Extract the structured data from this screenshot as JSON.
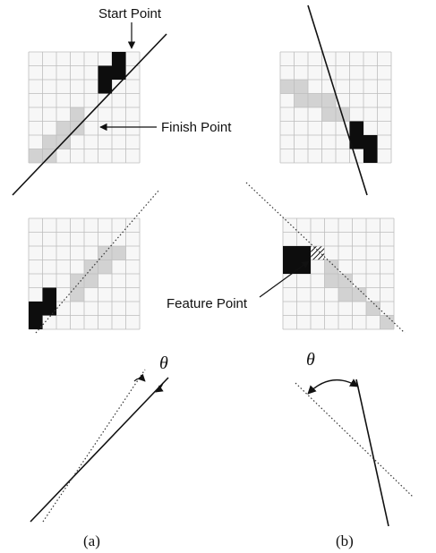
{
  "labels": {
    "start_point": "Start Point",
    "finish_point": "Finish Point",
    "feature_point": "Feature Point",
    "theta": "θ",
    "caption_a": "(a)",
    "caption_b": "(b)"
  },
  "colors": {
    "grid_line": "#bdbdbd",
    "grid_fill": "#f7f7f7",
    "light_cell": "#d2d2d2",
    "dark_cell": "#0d0d0d",
    "line": "#111111",
    "dotted_line": "#444444"
  },
  "grid": {
    "rows": 8,
    "cols": 8
  },
  "panels": {
    "a_top": {
      "light_cells": [
        [
          7,
          0
        ],
        [
          7,
          1
        ],
        [
          6,
          1
        ],
        [
          6,
          2
        ],
        [
          5,
          2
        ],
        [
          5,
          3
        ],
        [
          4,
          3
        ]
      ],
      "dark_cells": [
        [
          2,
          5
        ],
        [
          1,
          5
        ],
        [
          1,
          6
        ],
        [
          0,
          6
        ]
      ]
    },
    "b_top": {
      "light_cells": [
        [
          2,
          0
        ],
        [
          2,
          1
        ],
        [
          3,
          1
        ],
        [
          3,
          2
        ],
        [
          3,
          3
        ],
        [
          4,
          3
        ],
        [
          4,
          4
        ]
      ],
      "dark_cells": [
        [
          5,
          5
        ],
        [
          6,
          5
        ],
        [
          6,
          6
        ],
        [
          7,
          6
        ]
      ]
    },
    "a_mid": {
      "light_cells": [
        [
          5,
          3
        ],
        [
          4,
          3
        ],
        [
          4,
          4
        ],
        [
          3,
          4
        ],
        [
          3,
          5
        ],
        [
          2,
          5
        ],
        [
          2,
          6
        ]
      ],
      "dark_cells": [
        [
          6,
          0
        ],
        [
          6,
          1
        ],
        [
          7,
          0
        ],
        [
          5,
          1
        ]
      ]
    },
    "b_mid": {
      "light_cells": [
        [
          3,
          3
        ],
        [
          4,
          3
        ],
        [
          4,
          4
        ],
        [
          5,
          4
        ],
        [
          5,
          5
        ],
        [
          6,
          6
        ],
        [
          7,
          7
        ]
      ],
      "dark_cells": [
        [
          2,
          0
        ],
        [
          3,
          0
        ],
        [
          3,
          1
        ],
        [
          2,
          1
        ]
      ],
      "hatched_cells": [
        [
          2,
          2
        ]
      ]
    }
  }
}
